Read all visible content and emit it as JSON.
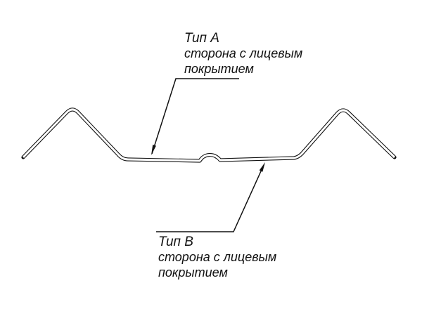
{
  "diagram": {
    "background_color": "#ffffff",
    "line_color": "#111111",
    "type": "technical profile cross-section",
    "labels": {
      "type_a": {
        "title": "Тип А",
        "line1": "сторона с лицевым",
        "line2": "покрытием"
      },
      "type_b": {
        "title": "Тип В",
        "line1": "сторона с лицевым",
        "line2": "покрытием"
      }
    }
  }
}
